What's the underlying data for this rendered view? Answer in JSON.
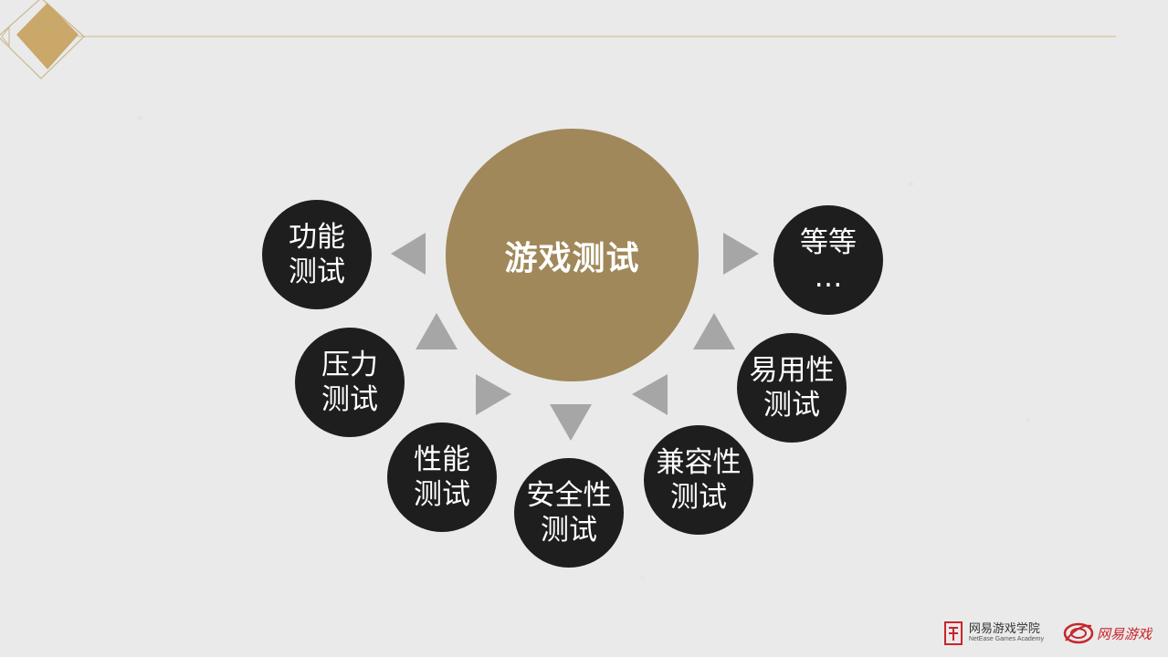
{
  "center": {
    "label": "游戏测试",
    "color": "#a0885a"
  },
  "nodes": [
    {
      "id": "functional",
      "label": "功能\n测试"
    },
    {
      "id": "stress",
      "label": "压力\n测试"
    },
    {
      "id": "performance",
      "label": "性能\n测试"
    },
    {
      "id": "security",
      "label": "安全性\n测试"
    },
    {
      "id": "compatibility",
      "label": "兼容性\n测试"
    },
    {
      "id": "usability",
      "label": "易用性\n测试"
    },
    {
      "id": "etc",
      "label": "等等\n…"
    }
  ],
  "colors": {
    "node": "#1f1e1e",
    "arrow": "#a6a6a6",
    "ornament": "#c9a86a",
    "background": "#eaeaea"
  },
  "footer": {
    "academy_cn": "网易游戏学院",
    "academy_en": "NetEase Games Academy",
    "games_logo": "网易游戏"
  }
}
